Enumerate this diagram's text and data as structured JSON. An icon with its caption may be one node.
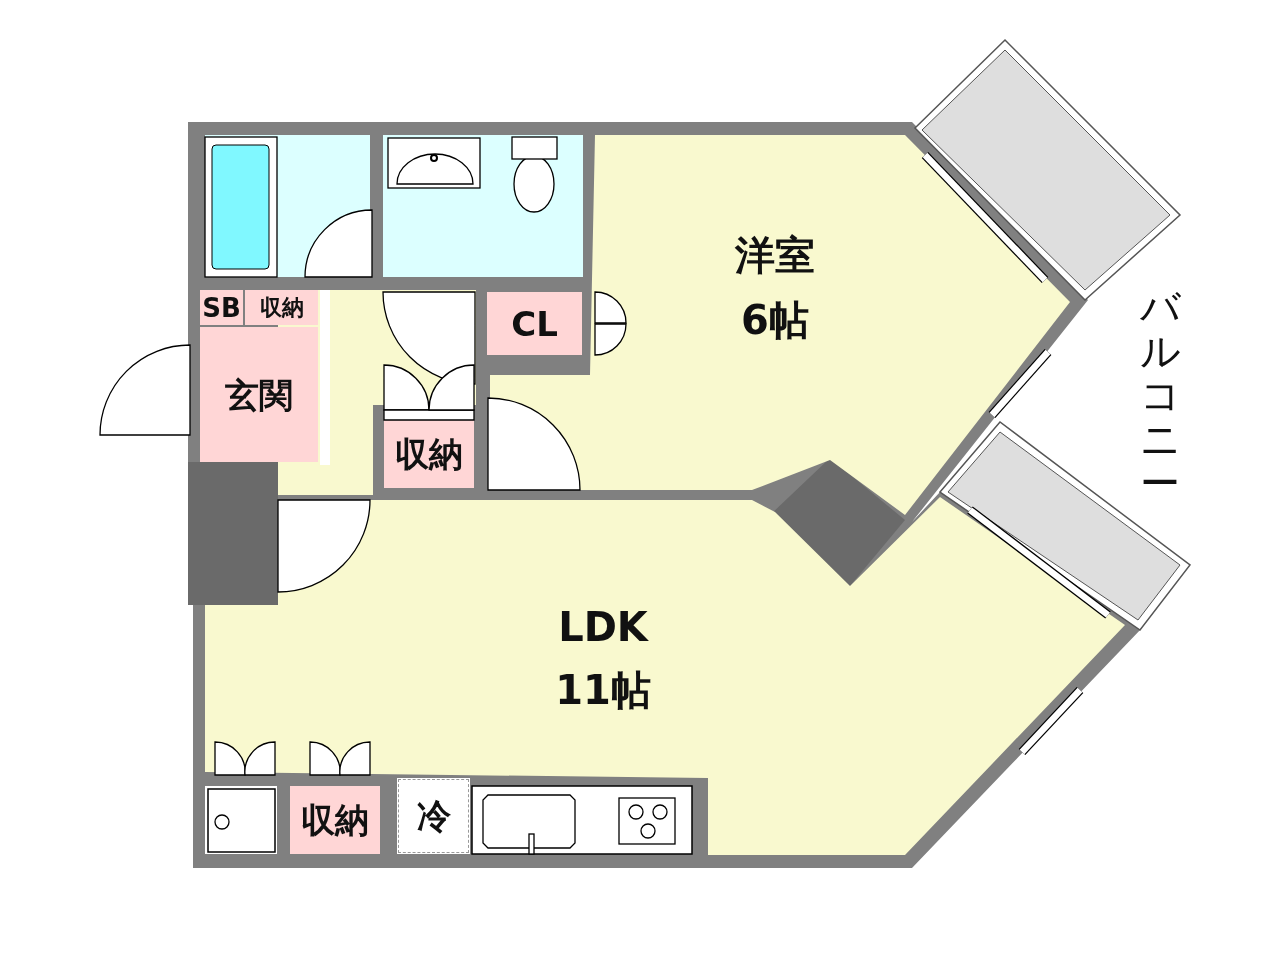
{
  "diagram": {
    "nodes": [
      {
        "text": [
          "洋室",
          "6帖"
        ]
      },
      {
        "text": [
          "LDK",
          "11帖"
        ]
      },
      {
        "text": [
          "SB"
        ]
      },
      {
        "text": [
          "収納"
        ]
      },
      {
        "text": [
          "玄関"
        ]
      },
      {
        "text": [
          "CL"
        ]
      },
      {
        "text": [
          "収納"
        ]
      },
      {
        "text": [
          "収納"
        ]
      },
      {
        "text": [
          "冷"
        ]
      }
    ],
    "labels": [
      "バルコニー"
    ]
  }
}
